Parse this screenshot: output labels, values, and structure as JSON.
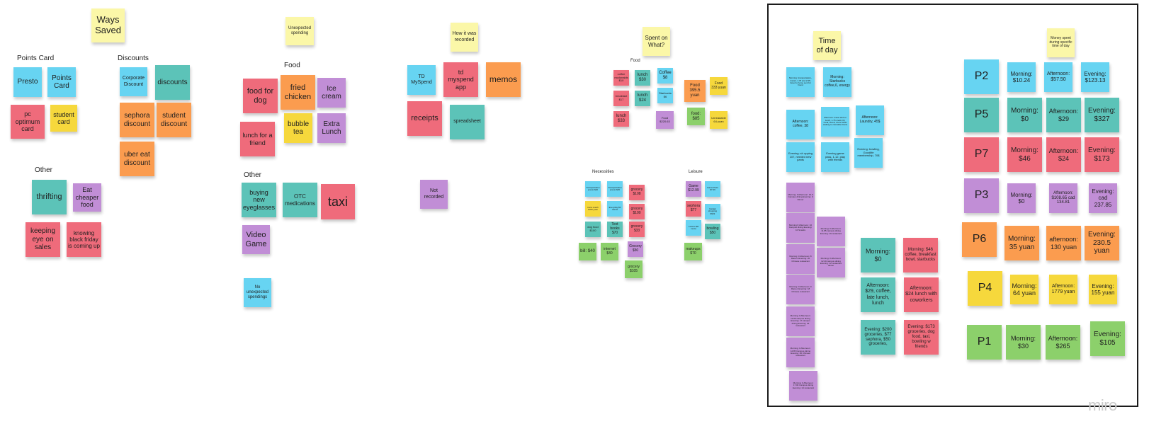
{
  "brand": {
    "logo_text": "miro"
  },
  "colors": {
    "yellow": "#fbf7a8",
    "blue": "#67d4f2",
    "teal": "#5cc3b8",
    "red": "#ef6b7b",
    "orange": "#fb9c4f",
    "purple": "#c18ed6",
    "green": "#8cd06b",
    "gold": "#f6d83c"
  },
  "labels": [
    {
      "name": "label-points-card",
      "text": "Points Card"
    },
    {
      "name": "label-discounts",
      "text": "Discounts"
    },
    {
      "name": "label-other",
      "text": "Other"
    },
    {
      "name": "label-food",
      "text": "Food"
    },
    {
      "name": "label-other-spending",
      "text": "Other"
    },
    {
      "name": "label-food-spent",
      "text": "Food"
    },
    {
      "name": "label-necessities",
      "text": "Necessities"
    },
    {
      "name": "label-leisure",
      "text": "Leisure"
    }
  ],
  "notes": [
    {
      "name": "header-ways-saved",
      "text": "Ways Saved",
      "color": "yellow"
    },
    {
      "name": "note-presto",
      "text": "Presto",
      "color": "blue"
    },
    {
      "name": "note-points-card",
      "text": "Points Card",
      "color": "blue"
    },
    {
      "name": "note-pc-optimum-card",
      "text": "pc optimum card",
      "color": "red"
    },
    {
      "name": "note-student-card",
      "text": "student card",
      "color": "gold"
    },
    {
      "name": "note-corporate-discount",
      "text": "Corporate Discount",
      "color": "blue"
    },
    {
      "name": "note-discounts",
      "text": "discounts",
      "color": "teal"
    },
    {
      "name": "note-sephora-discount",
      "text": "sephora discount",
      "color": "orange"
    },
    {
      "name": "note-student-discount",
      "text": "student discount",
      "color": "orange"
    },
    {
      "name": "note-uber-eat-discount",
      "text": "uber eat discount",
      "color": "orange"
    },
    {
      "name": "note-thrifting",
      "text": "thrifting",
      "color": "teal"
    },
    {
      "name": "note-eat-cheaper-food",
      "text": "Eat cheaper food",
      "color": "purple"
    },
    {
      "name": "note-keeping-eye-on-sales",
      "text": "keeping eye on sales",
      "color": "red"
    },
    {
      "name": "note-knowing-black-friday",
      "text": "knowing black friday is coming up",
      "color": "red"
    },
    {
      "name": "header-unexpected-spending",
      "text": "Unexpected spending",
      "color": "yellow"
    },
    {
      "name": "note-food-for-dog",
      "text": "food for dog",
      "color": "red"
    },
    {
      "name": "note-fried-chicken",
      "text": "fried chicken",
      "color": "orange"
    },
    {
      "name": "note-ice-cream",
      "text": "Ice cream",
      "color": "purple"
    },
    {
      "name": "note-lunch-for-a-friend",
      "text": "lunch for a friend",
      "color": "red"
    },
    {
      "name": "note-bubble-tea",
      "text": "bubble tea",
      "color": "gold"
    },
    {
      "name": "note-extra-lunch",
      "text": "Extra Lunch",
      "color": "purple"
    },
    {
      "name": "note-buying-new-eyeglasses",
      "text": "buying new eyeglasses",
      "color": "teal"
    },
    {
      "name": "note-otc-medications",
      "text": "OTC medications",
      "color": "teal"
    },
    {
      "name": "note-taxi",
      "text": "taxi",
      "color": "red"
    },
    {
      "name": "note-video-game",
      "text": "Video Game",
      "color": "purple"
    },
    {
      "name": "note-no-unexpected-spendings",
      "text": "No unexpected spendings",
      "color": "blue"
    },
    {
      "name": "header-how-recorded",
      "text": "How it was recorded",
      "color": "yellow"
    },
    {
      "name": "note-td-myspend",
      "text": "TD MySpend",
      "color": "blue"
    },
    {
      "name": "note-td-myspend-app",
      "text": "td myspend app",
      "color": "red"
    },
    {
      "name": "note-memos",
      "text": "memos",
      "color": "orange"
    },
    {
      "name": "note-receipts",
      "text": "receipts",
      "color": "red"
    },
    {
      "name": "note-spreadsheet",
      "text": "spreadsheet",
      "color": "teal"
    },
    {
      "name": "note-not-recorded",
      "text": "Not recorded",
      "color": "purple"
    },
    {
      "name": "header-spent-on-what",
      "text": "Spent on What?",
      "color": "yellow"
    },
    {
      "name": "note-coffee-mcdonalds",
      "text": "coffee mcdonalds $10",
      "color": "red"
    },
    {
      "name": "note-lunch-30",
      "text": "lunch $30",
      "color": "teal"
    },
    {
      "name": "note-coffee-8",
      "text": "Coffee $8",
      "color": "blue"
    },
    {
      "name": "note-food-395",
      "text": "Food 395.5 yuan",
      "color": "orange"
    },
    {
      "name": "note-food-333",
      "text": "Food 333 yuan",
      "color": "gold"
    },
    {
      "name": "note-breakfast-17",
      "text": "breakfast $17",
      "color": "red"
    },
    {
      "name": "note-lunch-24",
      "text": "lunch $24",
      "color": "teal"
    },
    {
      "name": "note-starbucks-6",
      "text": "Starbucks $6",
      "color": "blue"
    },
    {
      "name": "note-lunch-33",
      "text": "lunch $33",
      "color": "red"
    },
    {
      "name": "note-food-220",
      "text": "Food $220.63",
      "color": "purple"
    },
    {
      "name": "note-food-85",
      "text": "food: $85",
      "color": "green"
    },
    {
      "name": "note-unreadable-yuan",
      "text": "Unreadable 64 yuan",
      "color": "gold"
    },
    {
      "name": "note-transportation-presto-a",
      "text": "Transportation presto $40",
      "color": "blue"
    },
    {
      "name": "note-transportation-presto-b",
      "text": "Transportation presto $45",
      "color": "blue"
    },
    {
      "name": "note-grocery-108",
      "text": "grocery $108",
      "color": "red"
    },
    {
      "name": "note-trans-coach",
      "text": "trans coach 1000 yuan",
      "color": "gold"
    },
    {
      "name": "note-everyday-transit",
      "text": "Everyday $5 transit",
      "color": "blue"
    },
    {
      "name": "note-grocery-100",
      "text": "grocery $100",
      "color": "red"
    },
    {
      "name": "note-dog-food-100",
      "text": "dog food $100",
      "color": "teal"
    },
    {
      "name": "note-text-books-70",
      "text": "Text books $70",
      "color": "teal"
    },
    {
      "name": "note-grocery-33",
      "text": "grocery $33",
      "color": "red"
    },
    {
      "name": "note-bill-40",
      "text": "bill: $40",
      "color": "green"
    },
    {
      "name": "note-internet-40",
      "text": "internet $40",
      "color": "green"
    },
    {
      "name": "note-grocery-50",
      "text": "Grocery $50",
      "color": "purple"
    },
    {
      "name": "note-grocery-105",
      "text": "grocery $105",
      "color": "green"
    },
    {
      "name": "note-game-1299",
      "text": "Game $12.99",
      "color": "purple"
    },
    {
      "name": "note-game-pass",
      "text": "Game Pass $7.99",
      "color": "blue"
    },
    {
      "name": "note-sephora-77",
      "text": "sephora $77",
      "color": "red"
    },
    {
      "name": "note-gadget-shopping",
      "text": "Gadget shopping $523",
      "color": "blue"
    },
    {
      "name": "note-leisure-misc",
      "text": "Leisure $8 movie",
      "color": "blue"
    },
    {
      "name": "note-bowling-50",
      "text": "bowling $50",
      "color": "teal"
    },
    {
      "name": "note-makeups-70",
      "text": "makeups $70",
      "color": "green"
    },
    {
      "name": "header-time-of-day",
      "text": "Time of day",
      "color": "yellow"
    },
    {
      "name": "header-money-spent-time",
      "text": "Money spent during specific time of day",
      "color": "yellow"
    },
    {
      "name": "note-tod-morning-transport",
      "text": "Morning: transportation-transit, 1.75 and 2.95; travel to home sent for friend",
      "color": "blue"
    },
    {
      "name": "note-tod-morning-starbucks",
      "text": "Morning: Starbucks coffee,6, energy",
      "color": "blue"
    },
    {
      "name": "note-tod-afternoon-coffee",
      "text": "Afternoon: coffee, 38",
      "color": "blue"
    },
    {
      "name": "note-tod-afternoon-travel",
      "text": "Afternoon: travel and on lunch, 1.75 credit, fill, meal; bored, chore while waiting to colorable friend",
      "color": "blue"
    },
    {
      "name": "note-tod-afternoon-laundry",
      "text": "Afternoon: Laundry, 45$",
      "color": "blue"
    },
    {
      "name": "note-tod-evening-shopping",
      "text": "Evening: sh opping 107, needed new pants",
      "color": "blue"
    },
    {
      "name": "note-tod-evening-game",
      "text": "Evening game pass, 1.12, play with friends",
      "color": "blue"
    },
    {
      "name": "note-tod-evening-bowling",
      "text": "Evening: bowling, Goodlife membership, 70$",
      "color": "blue"
    },
    {
      "name": "note-tod-purple-1",
      "text": "Morning: 0 Afternoon: 13.9 Campus dining Evening: 0 Dinner",
      "color": "purple"
    },
    {
      "name": "note-tod-purple-2",
      "text": "Morning:0 Afternoon: 10 Campus dining Evening: 10 Snacks",
      "color": "purple"
    },
    {
      "name": "note-tod-purple-3",
      "text": "Morning: 0 Afternoon: 8 Ramen Evening: 20 Chinese restaurant",
      "color": "purple"
    },
    {
      "name": "note-tod-purple-4",
      "text": "Morning: 0 Afternoon: 0 Ramen Evening: 18 Chinese restaurant",
      "color": "purple"
    },
    {
      "name": "note-tod-purple-5",
      "text": "Morning: 0 Afternoon: 12.00 campus dining Evening: 17 campus dining Evening: 22 restaurant",
      "color": "purple"
    },
    {
      "name": "note-tod-purple-6",
      "text": "Morning: 0 Afternoon: 12.85 Campus dining Evening: 20 Chinese restaurant",
      "color": "purple"
    },
    {
      "name": "note-tod-purple-7",
      "text": "Morning: 0 Afternoon: 17.00 Campus dining Evening: 14 restaurant",
      "color": "purple"
    },
    {
      "name": "note-tod-purple-8",
      "text": "Morning: 0 Afternoon: 11.85 campus dining Evening: 16 restaurant",
      "color": "purple"
    },
    {
      "name": "note-tod-purple-9",
      "text": "Morning: 0 Afternoon: 12.40 campus dining Evening: 12 restaurant dinner",
      "color": "purple"
    },
    {
      "name": "note-tod-teal-morning",
      "text": "Morning: $0",
      "color": "teal"
    },
    {
      "name": "note-tod-teal-afternoon",
      "text": "Afternoon: $29, coffee, late lunch, lunch",
      "color": "teal"
    },
    {
      "name": "note-tod-teal-evening",
      "text": "Evening: $200 groceries, $77 sephora, $50 groceries,",
      "color": "teal"
    },
    {
      "name": "note-tod-red-morning",
      "text": "Morning: $46 coffee, breakfast bowl, starbucks",
      "color": "red"
    },
    {
      "name": "note-tod-red-afternoon",
      "text": "Afternoon: $24 lunch with coworkers",
      "color": "red"
    },
    {
      "name": "note-tod-red-evening",
      "text": "Evening: $173 groceries, dog food, taxi, bowling w friends",
      "color": "red"
    },
    {
      "name": "note-p2",
      "text": "P2",
      "color": "blue"
    },
    {
      "name": "note-p2-morning",
      "text": "Morning: $10.24",
      "color": "blue"
    },
    {
      "name": "note-p2-afternoon",
      "text": "Afternoon: $57.50",
      "color": "blue"
    },
    {
      "name": "note-p2-evening",
      "text": "Evening: $123.13",
      "color": "blue"
    },
    {
      "name": "note-p5",
      "text": "P5",
      "color": "teal"
    },
    {
      "name": "note-p5-morning",
      "text": "Morning: $0",
      "color": "teal"
    },
    {
      "name": "note-p5-afternoon",
      "text": "Afternoon: $29",
      "color": "teal"
    },
    {
      "name": "note-p5-evening",
      "text": "Evening: $327",
      "color": "teal"
    },
    {
      "name": "note-p7",
      "text": "P7",
      "color": "red"
    },
    {
      "name": "note-p7-morning",
      "text": "Morning: $46",
      "color": "red"
    },
    {
      "name": "note-p7-afternoon",
      "text": "Afternoon: $24",
      "color": "red"
    },
    {
      "name": "note-p7-evening",
      "text": "Evening: $173",
      "color": "red"
    },
    {
      "name": "note-p3",
      "text": "P3",
      "color": "purple"
    },
    {
      "name": "note-p3-morning",
      "text": "Morning: $0",
      "color": "purple"
    },
    {
      "name": "note-p3-afternoon",
      "text": "Afternoon: $108.65 cad 134.81",
      "color": "purple"
    },
    {
      "name": "note-p3-evening",
      "text": "Evening: cad 237.85",
      "color": "purple"
    },
    {
      "name": "note-p6",
      "text": "P6",
      "color": "orange"
    },
    {
      "name": "note-p6-morning",
      "text": "Morning: 35 yuan",
      "color": "orange"
    },
    {
      "name": "note-p6-afternoon",
      "text": "afternoon: 130 yuan",
      "color": "orange"
    },
    {
      "name": "note-p6-evening",
      "text": "Evening: 230.5 yuan",
      "color": "orange"
    },
    {
      "name": "note-p4",
      "text": "P4",
      "color": "gold"
    },
    {
      "name": "note-p4-morning",
      "text": "Morning: 64 yuan",
      "color": "gold"
    },
    {
      "name": "note-p4-afternoon",
      "text": "Afternoon: 1779 yuan",
      "color": "gold"
    },
    {
      "name": "note-p4-evening",
      "text": "Evening: 155 yuan",
      "color": "gold"
    },
    {
      "name": "note-p1",
      "text": "P1",
      "color": "green"
    },
    {
      "name": "note-p1-morning",
      "text": "Morning: $30",
      "color": "green"
    },
    {
      "name": "note-p1-afternoon",
      "text": "Afternoon: $265",
      "color": "green"
    },
    {
      "name": "note-p1-evening",
      "text": "Evening: $105",
      "color": "green"
    }
  ]
}
